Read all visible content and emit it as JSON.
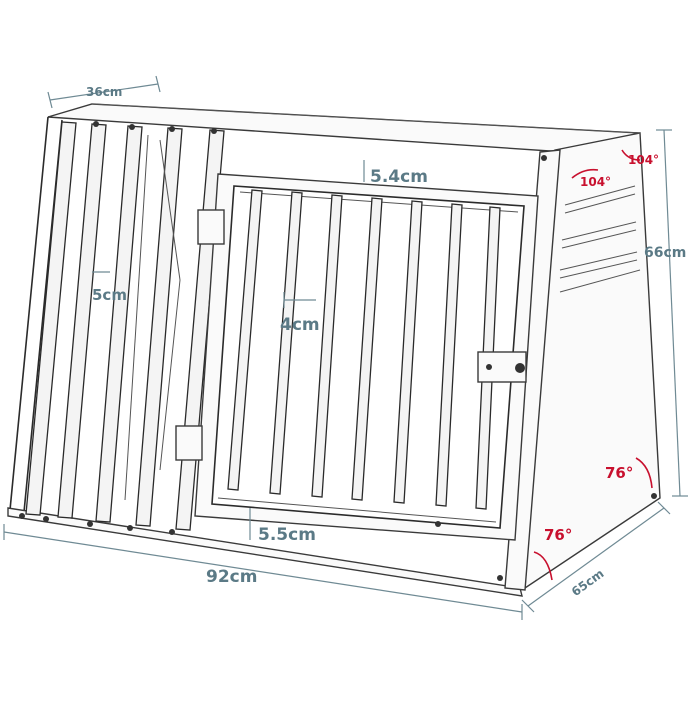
{
  "dimensions": {
    "top_depth": "36cm",
    "bar_gap": "5cm",
    "door_top": "5.4cm",
    "door_bar_gap": "4cm",
    "door_bottom": "5.5cm",
    "width": "92cm",
    "height": "66cm",
    "depth": "65cm"
  },
  "angles": {
    "top_left": "104°",
    "top_right": "104°",
    "bottom_back": "76°",
    "bottom_front": "76°"
  },
  "colors": {
    "dimension_text": "#5b7a86",
    "angle_text": "#c8102e"
  }
}
